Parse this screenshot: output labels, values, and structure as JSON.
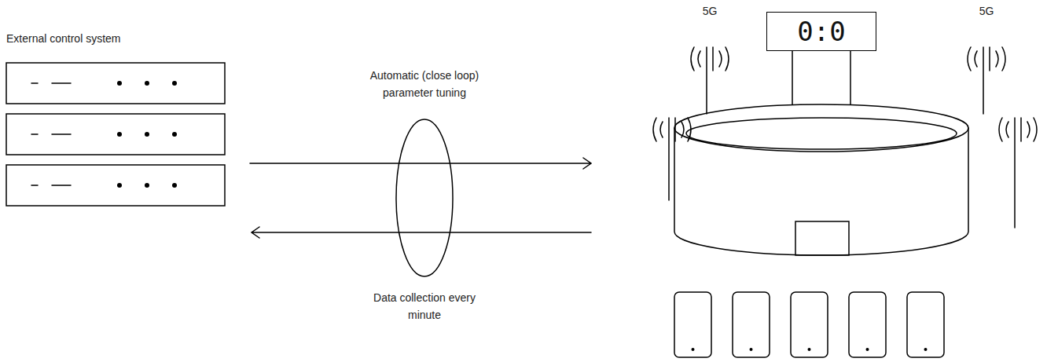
{
  "diagram": {
    "nodes": [
      {
        "text": [
          "0:0"
        ]
      }
    ],
    "labels": [
      "External control system",
      "Automatic (close loop) parameter tuning",
      "Data collection every minute",
      "5G",
      "5G"
    ]
  }
}
